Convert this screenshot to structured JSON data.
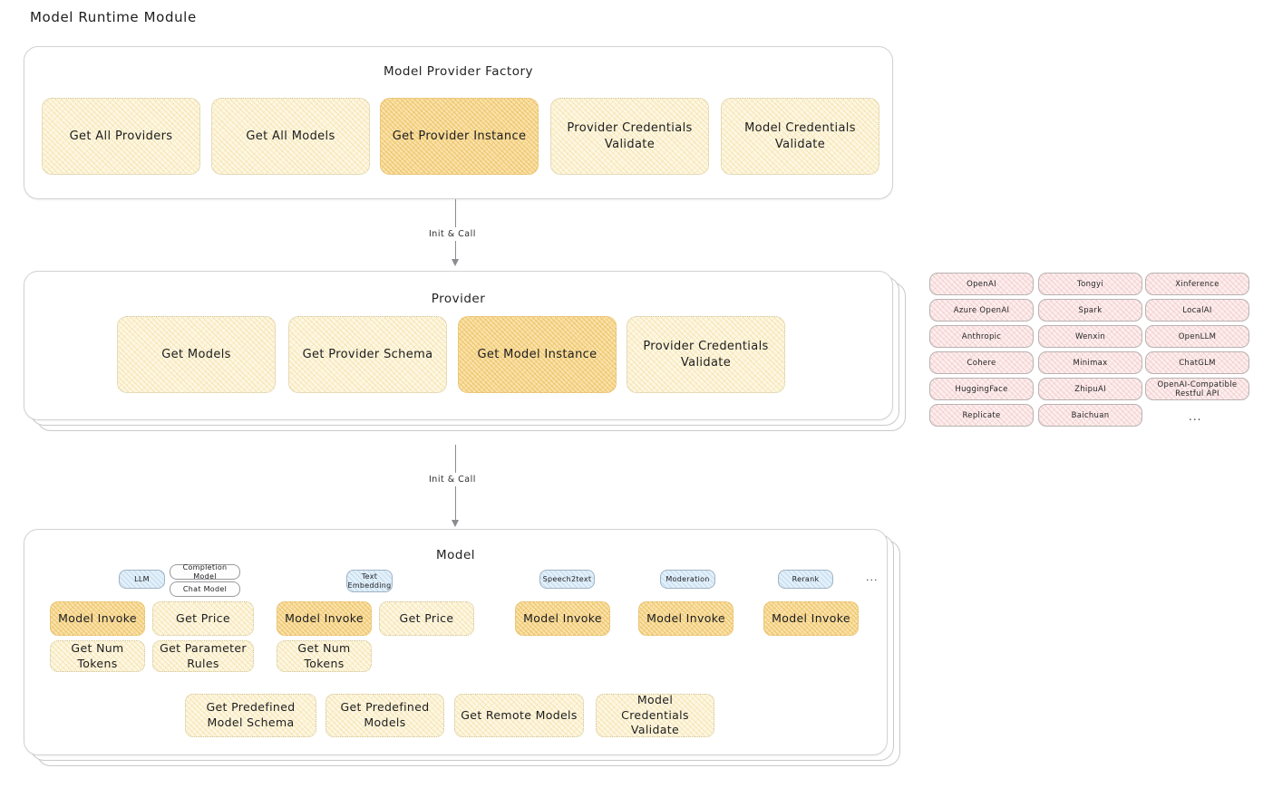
{
  "page": {
    "title": "Model Runtime Module"
  },
  "factory": {
    "title": "Model Provider Factory",
    "boxes": [
      {
        "label": "Get All Providers",
        "highlight": false
      },
      {
        "label": "Get All Models",
        "highlight": false
      },
      {
        "label": "Get Provider Instance",
        "highlight": true
      },
      {
        "label": "Provider Credentials Validate",
        "highlight": false
      },
      {
        "label": "Model Credentials Validate",
        "highlight": false
      }
    ]
  },
  "arrow1": {
    "label": "Init & Call"
  },
  "provider": {
    "title": "Provider",
    "boxes": [
      {
        "label": "Get Models",
        "highlight": false
      },
      {
        "label": "Get Provider Schema",
        "highlight": false
      },
      {
        "label": "Get Model Instance",
        "highlight": true
      },
      {
        "label": "Provider Credentials Validate",
        "highlight": false
      }
    ]
  },
  "provider_list": {
    "columns": [
      [
        "OpenAI",
        "Azure OpenAI",
        "Anthropic",
        "Cohere",
        "HuggingFace",
        "Replicate"
      ],
      [
        "Tongyi",
        "Spark",
        "Wenxin",
        "Minimax",
        "ZhipuAI",
        "Baichuan"
      ],
      [
        "Xinference",
        "LocalAI",
        "OpenLLM",
        "ChatGLM",
        "OpenAI-Compatible Restful API"
      ]
    ],
    "more": "..."
  },
  "arrow2": {
    "label": "Init & Call"
  },
  "model": {
    "title": "Model",
    "more": "...",
    "types": [
      {
        "name": "LLM",
        "sub": [
          "Completion Model",
          "Chat Model"
        ],
        "ops": [
          {
            "label": "Model Invoke",
            "highlight": true
          },
          {
            "label": "Get Price",
            "highlight": false
          },
          {
            "label": "Get Num Tokens",
            "highlight": false
          },
          {
            "label": "Get Parameter Rules",
            "highlight": false
          }
        ]
      },
      {
        "name": "Text Embedding",
        "sub": [],
        "ops": [
          {
            "label": "Model Invoke",
            "highlight": true
          },
          {
            "label": "Get Price",
            "highlight": false
          },
          {
            "label": "Get Num Tokens",
            "highlight": false
          }
        ]
      },
      {
        "name": "Speech2text",
        "sub": [],
        "ops": [
          {
            "label": "Model Invoke",
            "highlight": true
          }
        ]
      },
      {
        "name": "Moderation",
        "sub": [],
        "ops": [
          {
            "label": "Model Invoke",
            "highlight": true
          }
        ]
      },
      {
        "name": "Rerank",
        "sub": [],
        "ops": [
          {
            "label": "Model Invoke",
            "highlight": true
          }
        ]
      }
    ],
    "common_ops": [
      {
        "label": "Get Predefined Model Schema"
      },
      {
        "label": "Get Predefined Models"
      },
      {
        "label": "Get Remote Models"
      },
      {
        "label": "Model Credentials Validate"
      }
    ]
  },
  "colors": {
    "op_fill": "#fdf7e3",
    "op_fill_highlight": "#fae2ab",
    "chip_fill": "#fdeeee",
    "badge_fill": "#e3f0fa",
    "card_border": "#d2d2d4"
  }
}
